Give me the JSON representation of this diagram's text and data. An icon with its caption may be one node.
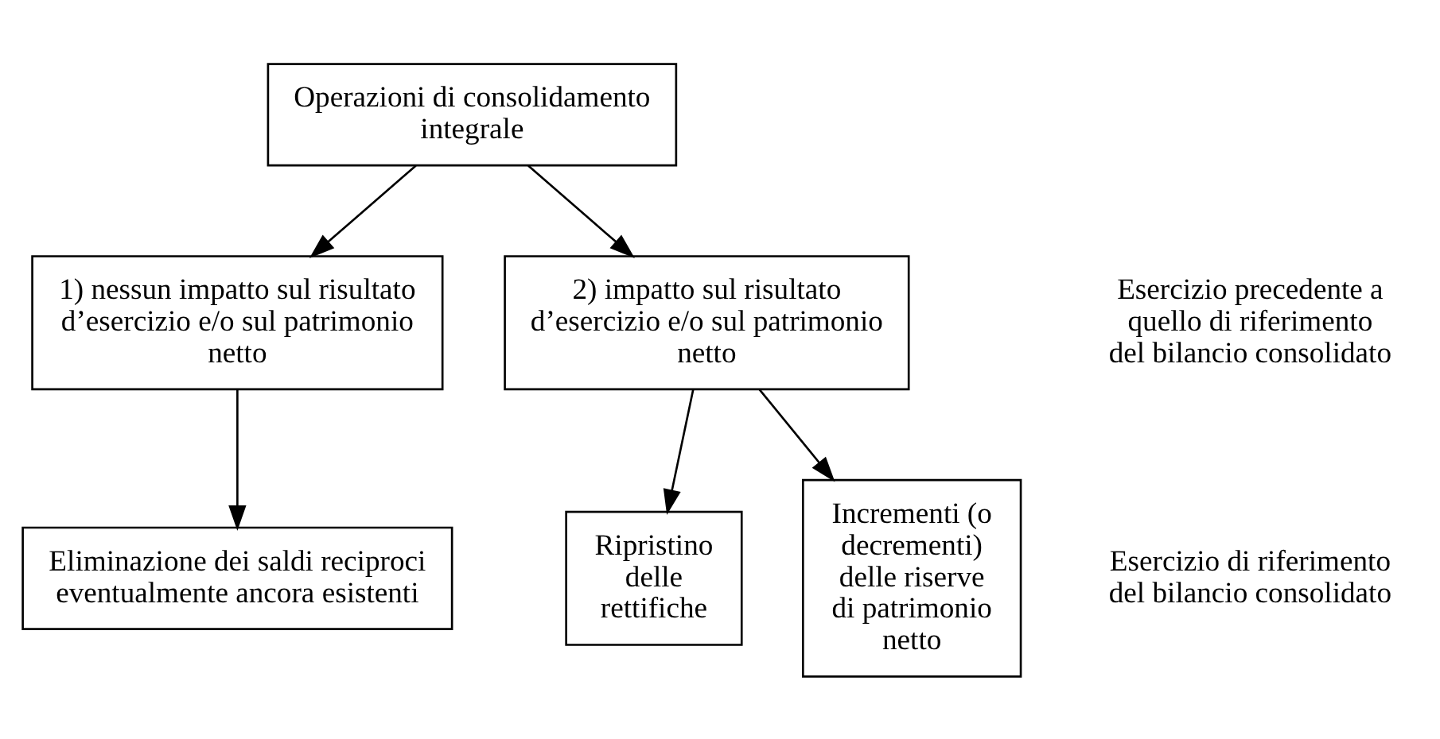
{
  "diagram": {
    "nodes": [
      {
        "text": [
          "Operazioni di consolidamento integrale"
        ]
      },
      {
        "text": [
          "1) nessun impatto sul risultato d’esercizio e/o sul patrimonio netto"
        ]
      },
      {
        "text": [
          "2) impatto sul risultato d’esercizio e/o sul patrimonio netto"
        ]
      },
      {
        "text": [
          "Eliminazione dei saldi reciproci eventualmente ancora esistenti"
        ]
      },
      {
        "text": [
          "Ripristino delle rettifiche"
        ]
      },
      {
        "text": [
          "Incrementi (o decrementi) delle riserve di patrimonio netto"
        ]
      }
    ],
    "edges": [
      {
        "from": 0,
        "to": 1,
        "arrow": "to"
      },
      {
        "from": 0,
        "to": 2,
        "arrow": "to"
      },
      {
        "from": 1,
        "to": 3,
        "arrow": "to"
      },
      {
        "from": 2,
        "to": 4,
        "arrow": "to"
      },
      {
        "from": 2,
        "to": 5,
        "arrow": "to"
      }
    ],
    "labels": [
      "Esercizio precedente a quello di riferimento del bilancio consolidato",
      "Esercizio di riferimento del bilancio consolidato"
    ]
  }
}
